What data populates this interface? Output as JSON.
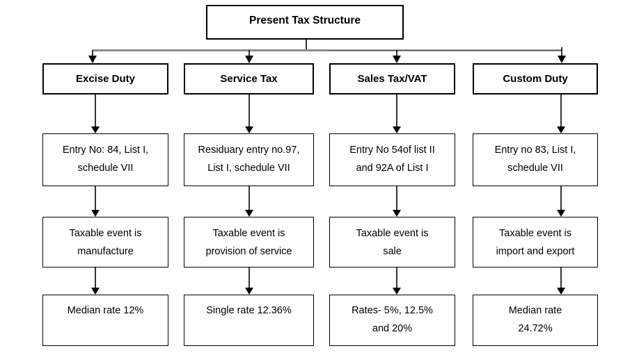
{
  "diagram": {
    "root_label": "Present Tax Structure",
    "columns": [
      {
        "header": "Excise Duty",
        "entry": "Entry No: 84, List I,\nschedule VII",
        "event": "Taxable event is\nmanufacture",
        "rate": "Median rate 12%"
      },
      {
        "header": "Service Tax",
        "entry": "Residuary entry no.97,\nList I, schedule VII",
        "event": "Taxable event is\nprovision of service",
        "rate": "Single rate 12.36%"
      },
      {
        "header": "Sales Tax/VAT",
        "entry": "Entry No 54of list II\nand 92A of List I",
        "event": "Taxable event is\nsale",
        "rate": "Rates- 5%, 12.5%\nand 20%"
      },
      {
        "header": "Custom Duty",
        "entry": "Entry no 83, List I,\nschedule VII",
        "event": "Taxable event is\nimport and export",
        "rate": "Median rate\n24.72%"
      }
    ]
  },
  "colors": {
    "background": "#ffffff",
    "box_border": "#000000",
    "line": "#000000",
    "connector_gray": "#8c8c8c",
    "connector_dark": "#4d4d4d",
    "text": "#000000"
  }
}
